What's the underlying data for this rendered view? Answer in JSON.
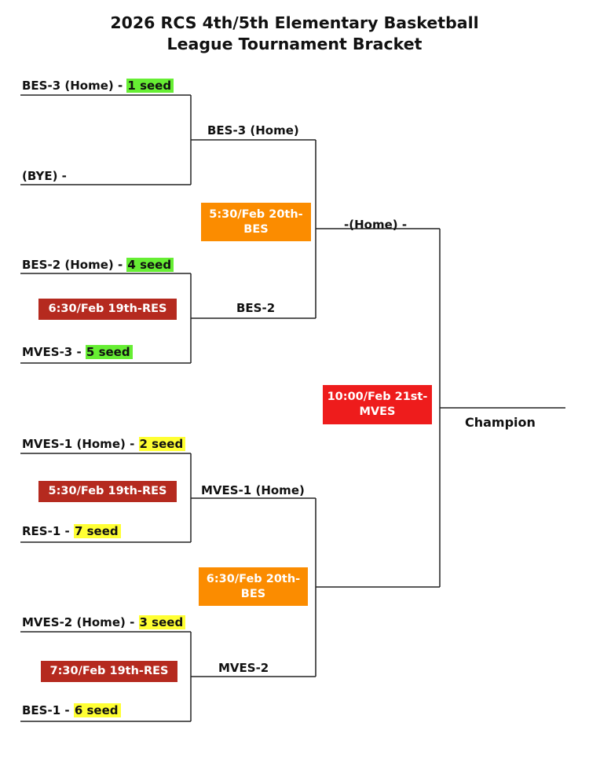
{
  "title": {
    "line1": "2026 RCS 4th/5th Elementary Basketball",
    "line2": "League Tournament Bracket"
  },
  "colors": {
    "seed_green": "#66ee33",
    "seed_yellow": "#ffff33",
    "round1_game": "#b52a1f",
    "semifinal_game": "#fb8c00",
    "final_game": "#ee1c1c",
    "line": "#222222"
  },
  "round1": [
    {
      "team": "BES-3 (Home) - ",
      "seed": "1 seed",
      "seed_color": "green"
    },
    {
      "team": "(BYE) - ",
      "seed": "",
      "seed_color": ""
    },
    {
      "team": "BES-2 (Home) - ",
      "seed": "4 seed",
      "seed_color": "green"
    },
    {
      "team": "MVES-3 - ",
      "seed": "5 seed",
      "seed_color": "green"
    },
    {
      "team": "MVES-1 (Home) - ",
      "seed": "2 seed",
      "seed_color": "yellow"
    },
    {
      "team": "RES-1 - ",
      "seed": "7 seed",
      "seed_color": "yellow"
    },
    {
      "team": "MVES-2 (Home) - ",
      "seed": "3 seed",
      "seed_color": "yellow"
    },
    {
      "team": "BES-1 - ",
      "seed": "6 seed",
      "seed_color": "yellow"
    }
  ],
  "round1_games": [
    {
      "label": "6:30/Feb 19th-RES"
    },
    {
      "label": "5:30/Feb 19th-RES"
    },
    {
      "label": "7:30/Feb 19th-RES"
    }
  ],
  "round2": [
    {
      "team": "BES-3 (Home)"
    },
    {
      "team": "BES-2"
    },
    {
      "team": "MVES-1 (Home)"
    },
    {
      "team": "MVES-2"
    }
  ],
  "semifinal_games": [
    {
      "line1": "5:30/Feb 20th-",
      "line2": "BES"
    },
    {
      "line1": "6:30/Feb 20th-",
      "line2": "BES"
    }
  ],
  "round3": [
    {
      "team": "-(Home) -"
    }
  ],
  "final_game": {
    "line1": "10:00/Feb 21st-",
    "line2": "MVES"
  },
  "champion": "Champion"
}
